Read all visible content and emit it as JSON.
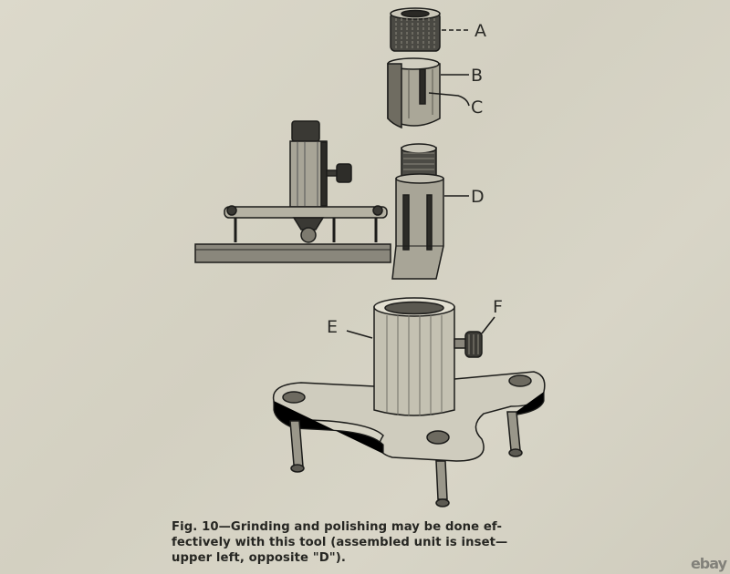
{
  "figure": {
    "part_labels": [
      "A",
      "B",
      "C",
      "D",
      "E",
      "F"
    ],
    "caption_lines": [
      "Fig. 10—Grinding and polishing may be done ef-",
      "fectively with this tool (assembled unit is inset—",
      "upper left, opposite \"D\")."
    ]
  },
  "watermark": "ebay"
}
